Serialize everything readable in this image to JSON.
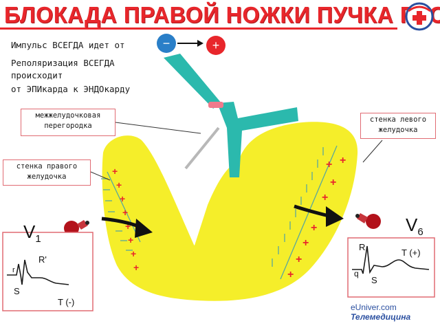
{
  "title": "БЛОКАДА ПРАВОЙ НОЖКИ ПУЧКА ГИСА",
  "notes": {
    "impulse": "Импульс ВСЕГДА идет от",
    "repol_1": "Реполяризация ВСЕГДА",
    "repol_2": "происходит",
    "repol_3": "от ЭПИкарда к ЭНДОкарду"
  },
  "polarity": {
    "minus": "−",
    "plus": "+"
  },
  "labels": {
    "septum_1": "межжелудочковая",
    "septum_2": "перегородка",
    "rv_1": "стенка правого",
    "rv_2": "желудочка",
    "lv_1": "стенка левого",
    "lv_2": "желудочка"
  },
  "leads": {
    "v1_letter": "V",
    "v1_index": "1",
    "v6_letter": "V",
    "v6_index": "6"
  },
  "ecg_v1": {
    "r": "r",
    "r_prime": "R'",
    "s": "S",
    "t": "T (-)"
  },
  "ecg_v6": {
    "r": "R",
    "q": "q",
    "s": "S",
    "t": "T (+)"
  },
  "watermark": {
    "line1": "eUniver.com",
    "line2": "Телемедицина"
  },
  "colors": {
    "title": "#e8262b",
    "myocardium": "#f5ee2a",
    "conduction": "#2bb9ad",
    "arrow": "#111111",
    "plus_marks": "#e8262b",
    "electrode": "#b3121b"
  }
}
